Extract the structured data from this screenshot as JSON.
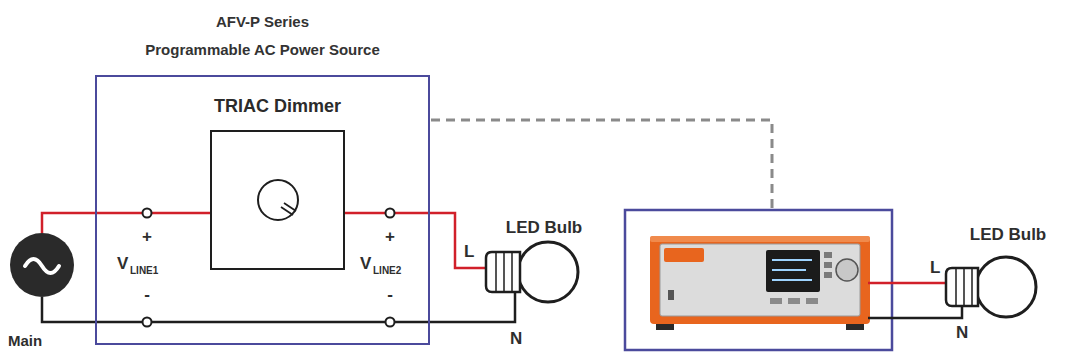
{
  "diagram": {
    "nodes": [
      {
        "text": [
          "AFV-P Series",
          "Programmable AC Power Source"
        ]
      },
      {
        "text": [
          "TRIAC Dimmer"
        ],
        "in": 0
      }
    ],
    "labels": [
      "+",
      "V",
      "LINE1",
      "-",
      "+",
      "V",
      "LINE2",
      "-",
      "LED Bulb",
      "L",
      "N",
      "LED Bulb",
      "L",
      "N",
      "Main"
    ]
  }
}
